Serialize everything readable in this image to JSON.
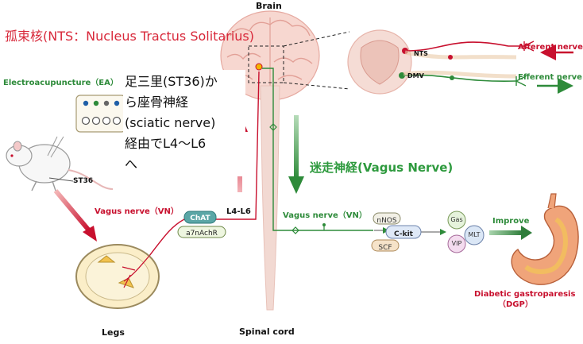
{
  "labels": {
    "brain": "Brain",
    "spinal_cord": "Spinal cord",
    "legs": "Legs",
    "nts_title": "孤束核(NTS：Nucleus Tractus Solitarius)",
    "electroacupuncture": "Electroacupuncture（EA）",
    "st36": "ST36",
    "jp_note_lines": [
      "足三里(ST36)か",
      "ら座骨神経",
      "(sciatic nerve)",
      "経由でL4〜L6",
      "へ"
    ],
    "vagus_left": "Vagus nerve（VN）",
    "vagus_right": "Vagus nerve（VN）",
    "l4_l6": "L4-L6",
    "chat": "ChAT",
    "a7nachr": "a7nAchR",
    "nts_inset": "NTS",
    "dmv_inset": "DMV",
    "afferent": "Afferent nerve",
    "efferent": "Efferent nerve",
    "vagus_jp": "迷走神経(Vagus Nerve)",
    "nnos": "nNOS",
    "ckit": "C-kit",
    "scf": "SCF",
    "gas": "Gas",
    "vip": "VIP",
    "mlt": "MLT",
    "improve": "Improve",
    "dgp_line1": "Diabetic gastroparesis",
    "dgp_line2": "（DGP）"
  },
  "colors": {
    "red": "#c8102e",
    "green": "#2e8b3a",
    "brain_pink": "#f6d6cf",
    "spine": "#f2d9d2"
  }
}
